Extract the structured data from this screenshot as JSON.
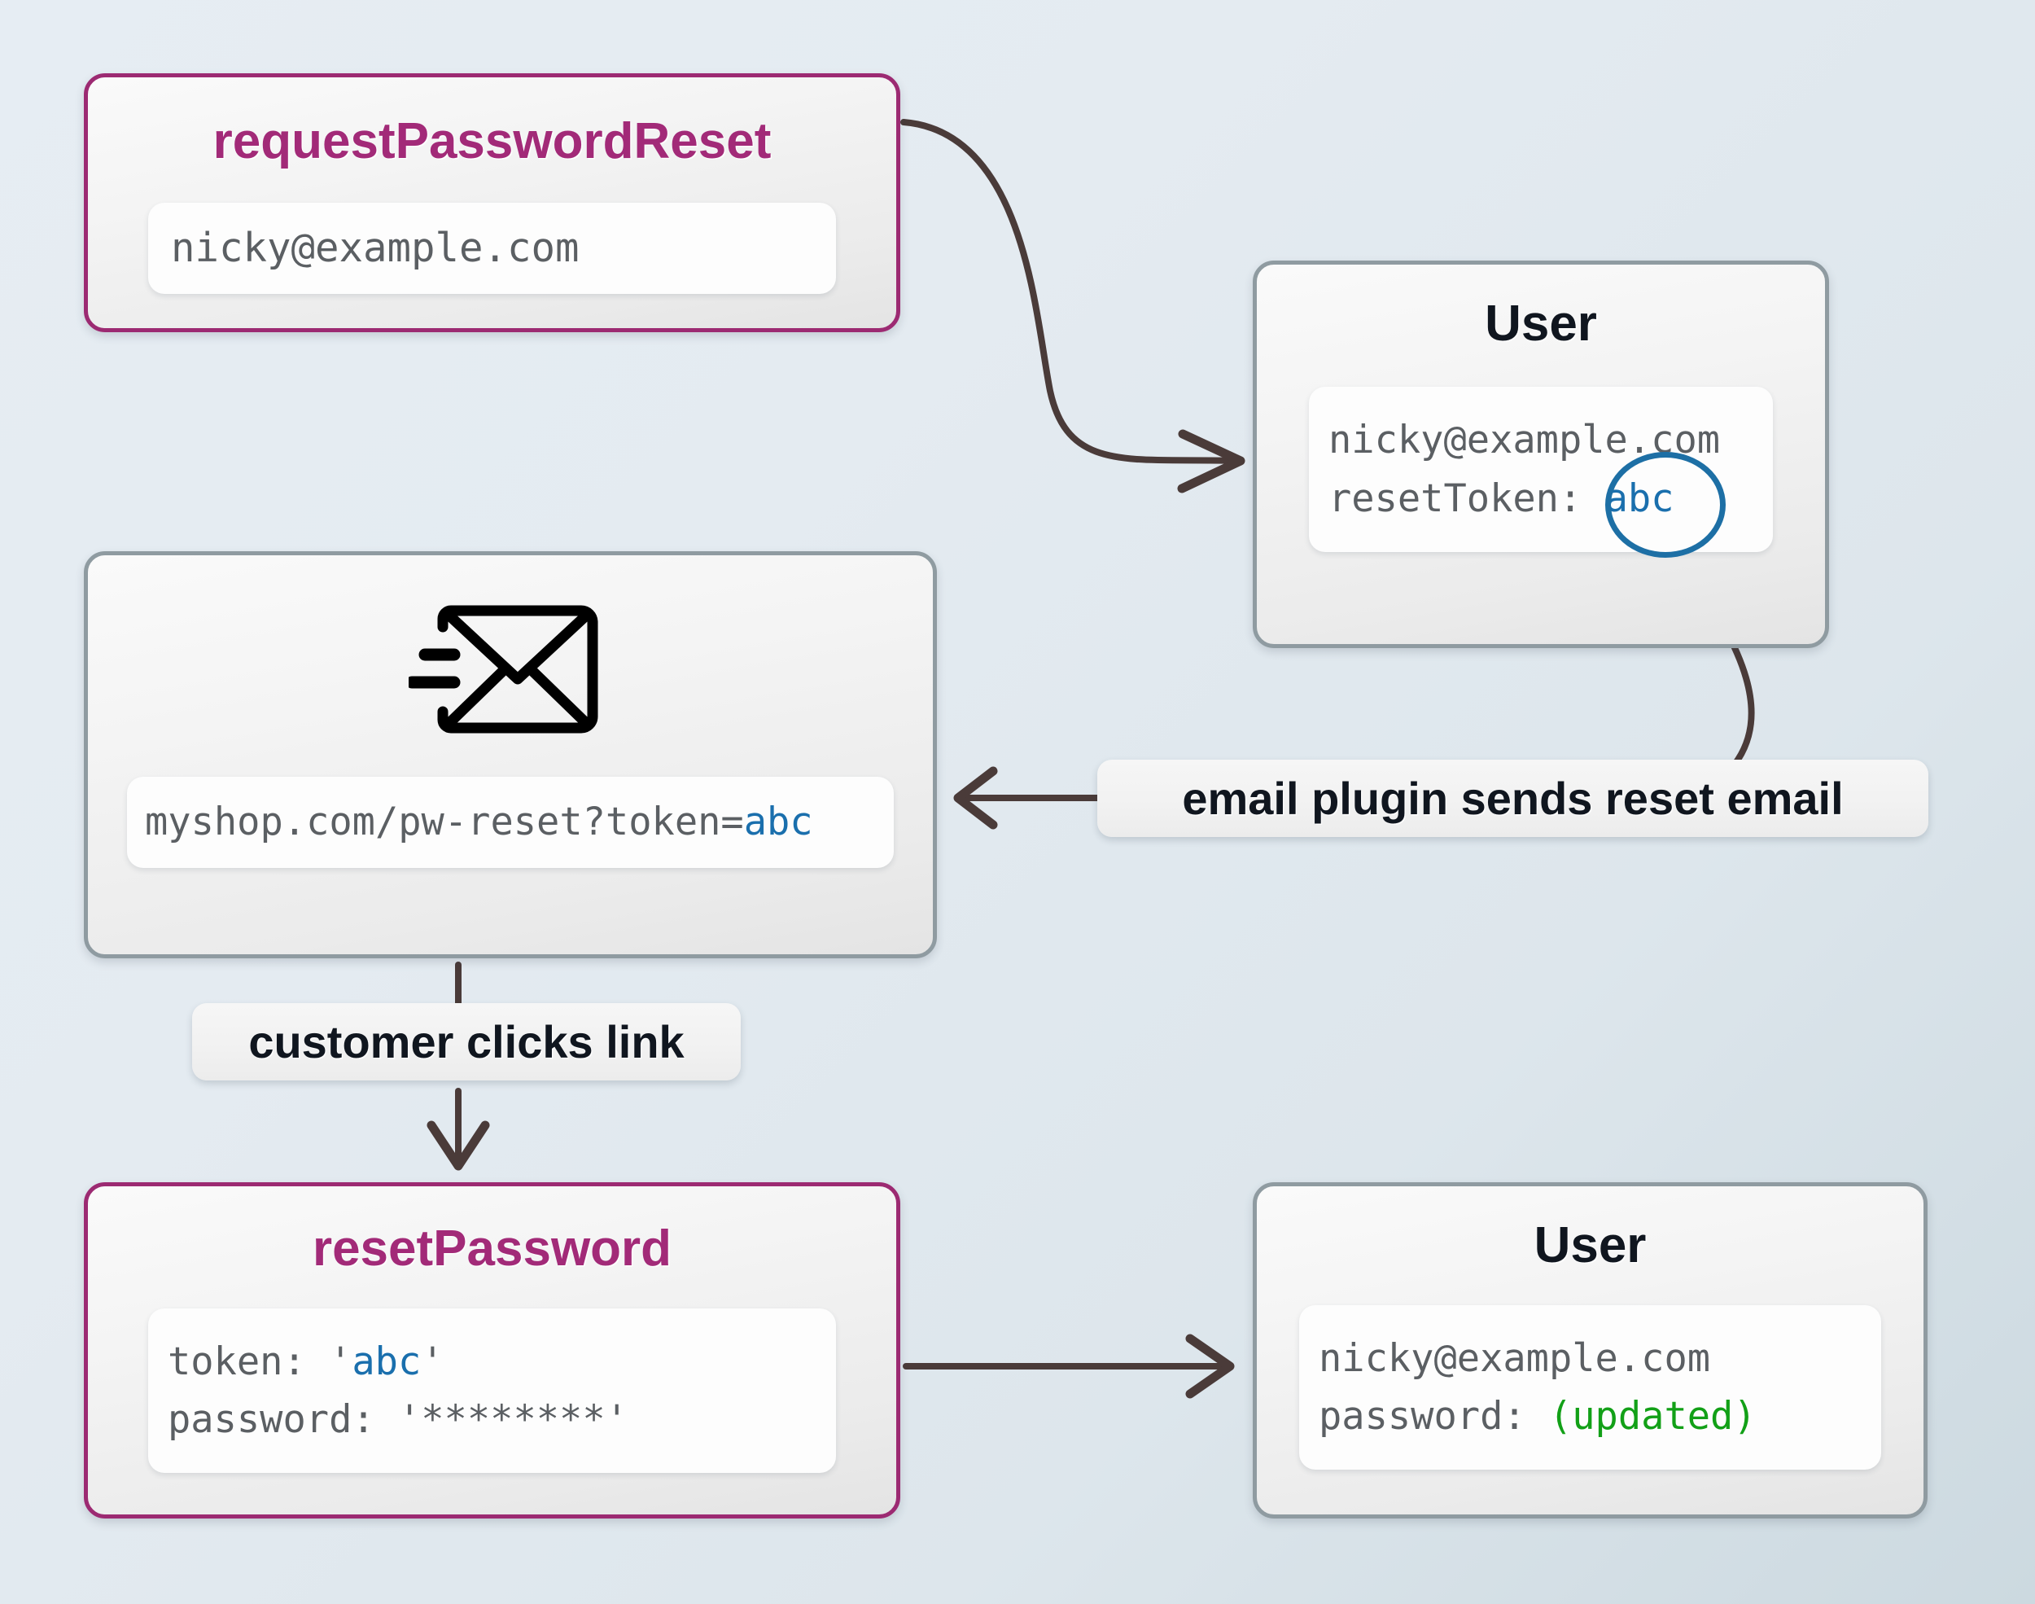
{
  "diagram": {
    "title": "password reset token flow",
    "background_color": "#e4ebf1",
    "accent_color": "#a22a78",
    "neutral_border_color": "#8f9ba1",
    "arrow_color": "#4a3b39",
    "token_highlight_color": "#1a6fad",
    "updated_color": "#12a017"
  },
  "nodes": {
    "request_password_reset": {
      "title": "requestPasswordReset",
      "fields": [
        {
          "text": "nicky@example.com"
        }
      ]
    },
    "user_with_token": {
      "title": "User",
      "fields": [
        {
          "text": "nicky@example.com"
        },
        {
          "label": "resetToken:",
          "value": "abc"
        }
      ]
    },
    "reset_email": {
      "icon": "envelope-send-icon",
      "fields": [
        {
          "prefix": "myshop.com/pw-reset?token=",
          "value": "abc"
        }
      ]
    },
    "reset_password": {
      "title": "resetPassword",
      "fields": [
        {
          "label": "token:",
          "quote_open": " '",
          "value": "abc",
          "quote_close": "'"
        },
        {
          "text": "password: '********'"
        }
      ]
    },
    "user_updated": {
      "title": "User",
      "fields": [
        {
          "text": "nicky@example.com"
        },
        {
          "label": "password:",
          "value": "(updated)"
        }
      ]
    }
  },
  "edges": [
    {
      "name": "request-to-user",
      "label": ""
    },
    {
      "name": "token-to-plugin",
      "label": ""
    },
    {
      "name": "plugin-to-email",
      "label": "email plugin sends reset email"
    },
    {
      "name": "email-to-reset",
      "label": "customer clicks link"
    },
    {
      "name": "reset-to-user",
      "label": ""
    }
  ],
  "labels": {
    "email_plugin": "email plugin sends reset email",
    "customer_clicks": "customer clicks link"
  }
}
